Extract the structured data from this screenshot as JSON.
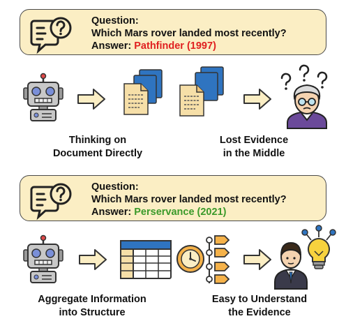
{
  "panel_top": {
    "question_label": "Question:",
    "question": "Which Mars rover landed most recently?",
    "answer_label": "Answer:",
    "answer_value": "Pathfinder (1997)",
    "captions": {
      "left_line1": "Thinking on",
      "left_line2": "Document Directly",
      "right_line1": "Lost Evidence",
      "right_line2": "in the Middle"
    }
  },
  "panel_bottom": {
    "question_label": "Question:",
    "question": "Which Mars rover landed most recently?",
    "answer_label": "Answer:",
    "answer_value": "Perservance (2021)",
    "captions": {
      "left_line1": "Aggregate Information",
      "left_line2": "into Structure",
      "right_line1": "Easy to Understand",
      "right_line2": "the Evidence"
    }
  },
  "colors": {
    "box_fill": "#fbeec4",
    "wrong_answer": "#e02020",
    "right_answer": "#3a9a2a",
    "document_blue": "#2f74c0",
    "document_paper": "#f6dfa8"
  }
}
